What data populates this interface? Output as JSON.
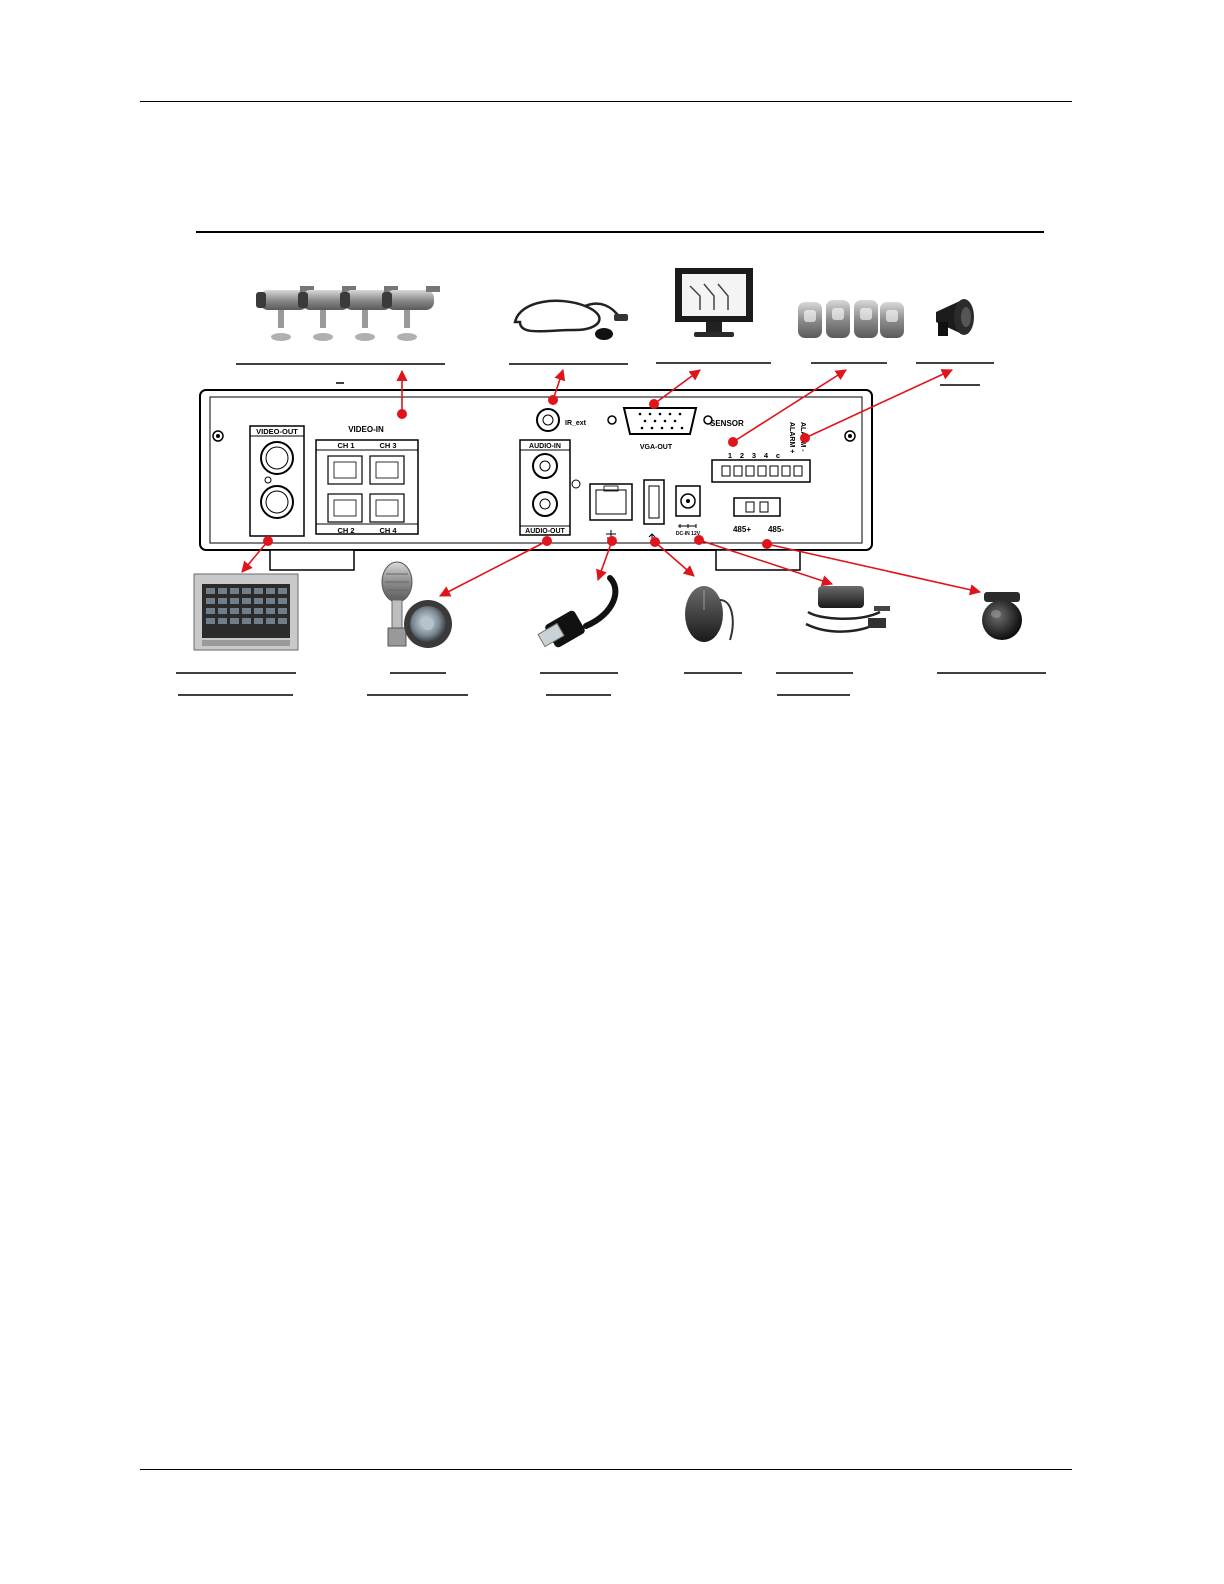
{
  "panel": {
    "video_out": "VIDEO-OUT",
    "video_in": "VIDEO-IN",
    "ch1": "CH 1",
    "ch2": "CH 2",
    "ch3": "CH 3",
    "ch4": "CH 4",
    "ir_ext": "IR_ext",
    "audio_in": "AUDIO-IN",
    "audio_out": "AUDIO-OUT",
    "vga_out": "VGA-OUT",
    "sensor": "SENSOR",
    "dc_in": "DC-IN 12V",
    "rs485_plus": "485+",
    "rs485_minus": "485-",
    "alarm_plus": "ALARM +",
    "alarm_minus": "ALARM -",
    "sensor_pins": [
      "1",
      "2",
      "3",
      "4",
      "c"
    ]
  },
  "colors": {
    "arrow": "#e0141b",
    "panel_stroke": "#000000"
  },
  "icons": {
    "cameras": "cctv-camera-icon",
    "ir_cable": "ir-extension-cable-icon",
    "vga_monitor": "lcd-monitor-icon",
    "sensors": "motion-sensor-icon",
    "siren": "siren-speaker-icon",
    "crt_monitor": "crt-monitor-icon",
    "microphone": "microphone-icon",
    "speaker": "speaker-icon",
    "network_cable": "rj45-cable-icon",
    "mouse": "usb-mouse-icon",
    "power_adapter": "power-adapter-icon",
    "ptz_camera": "ptz-dome-camera-icon"
  }
}
